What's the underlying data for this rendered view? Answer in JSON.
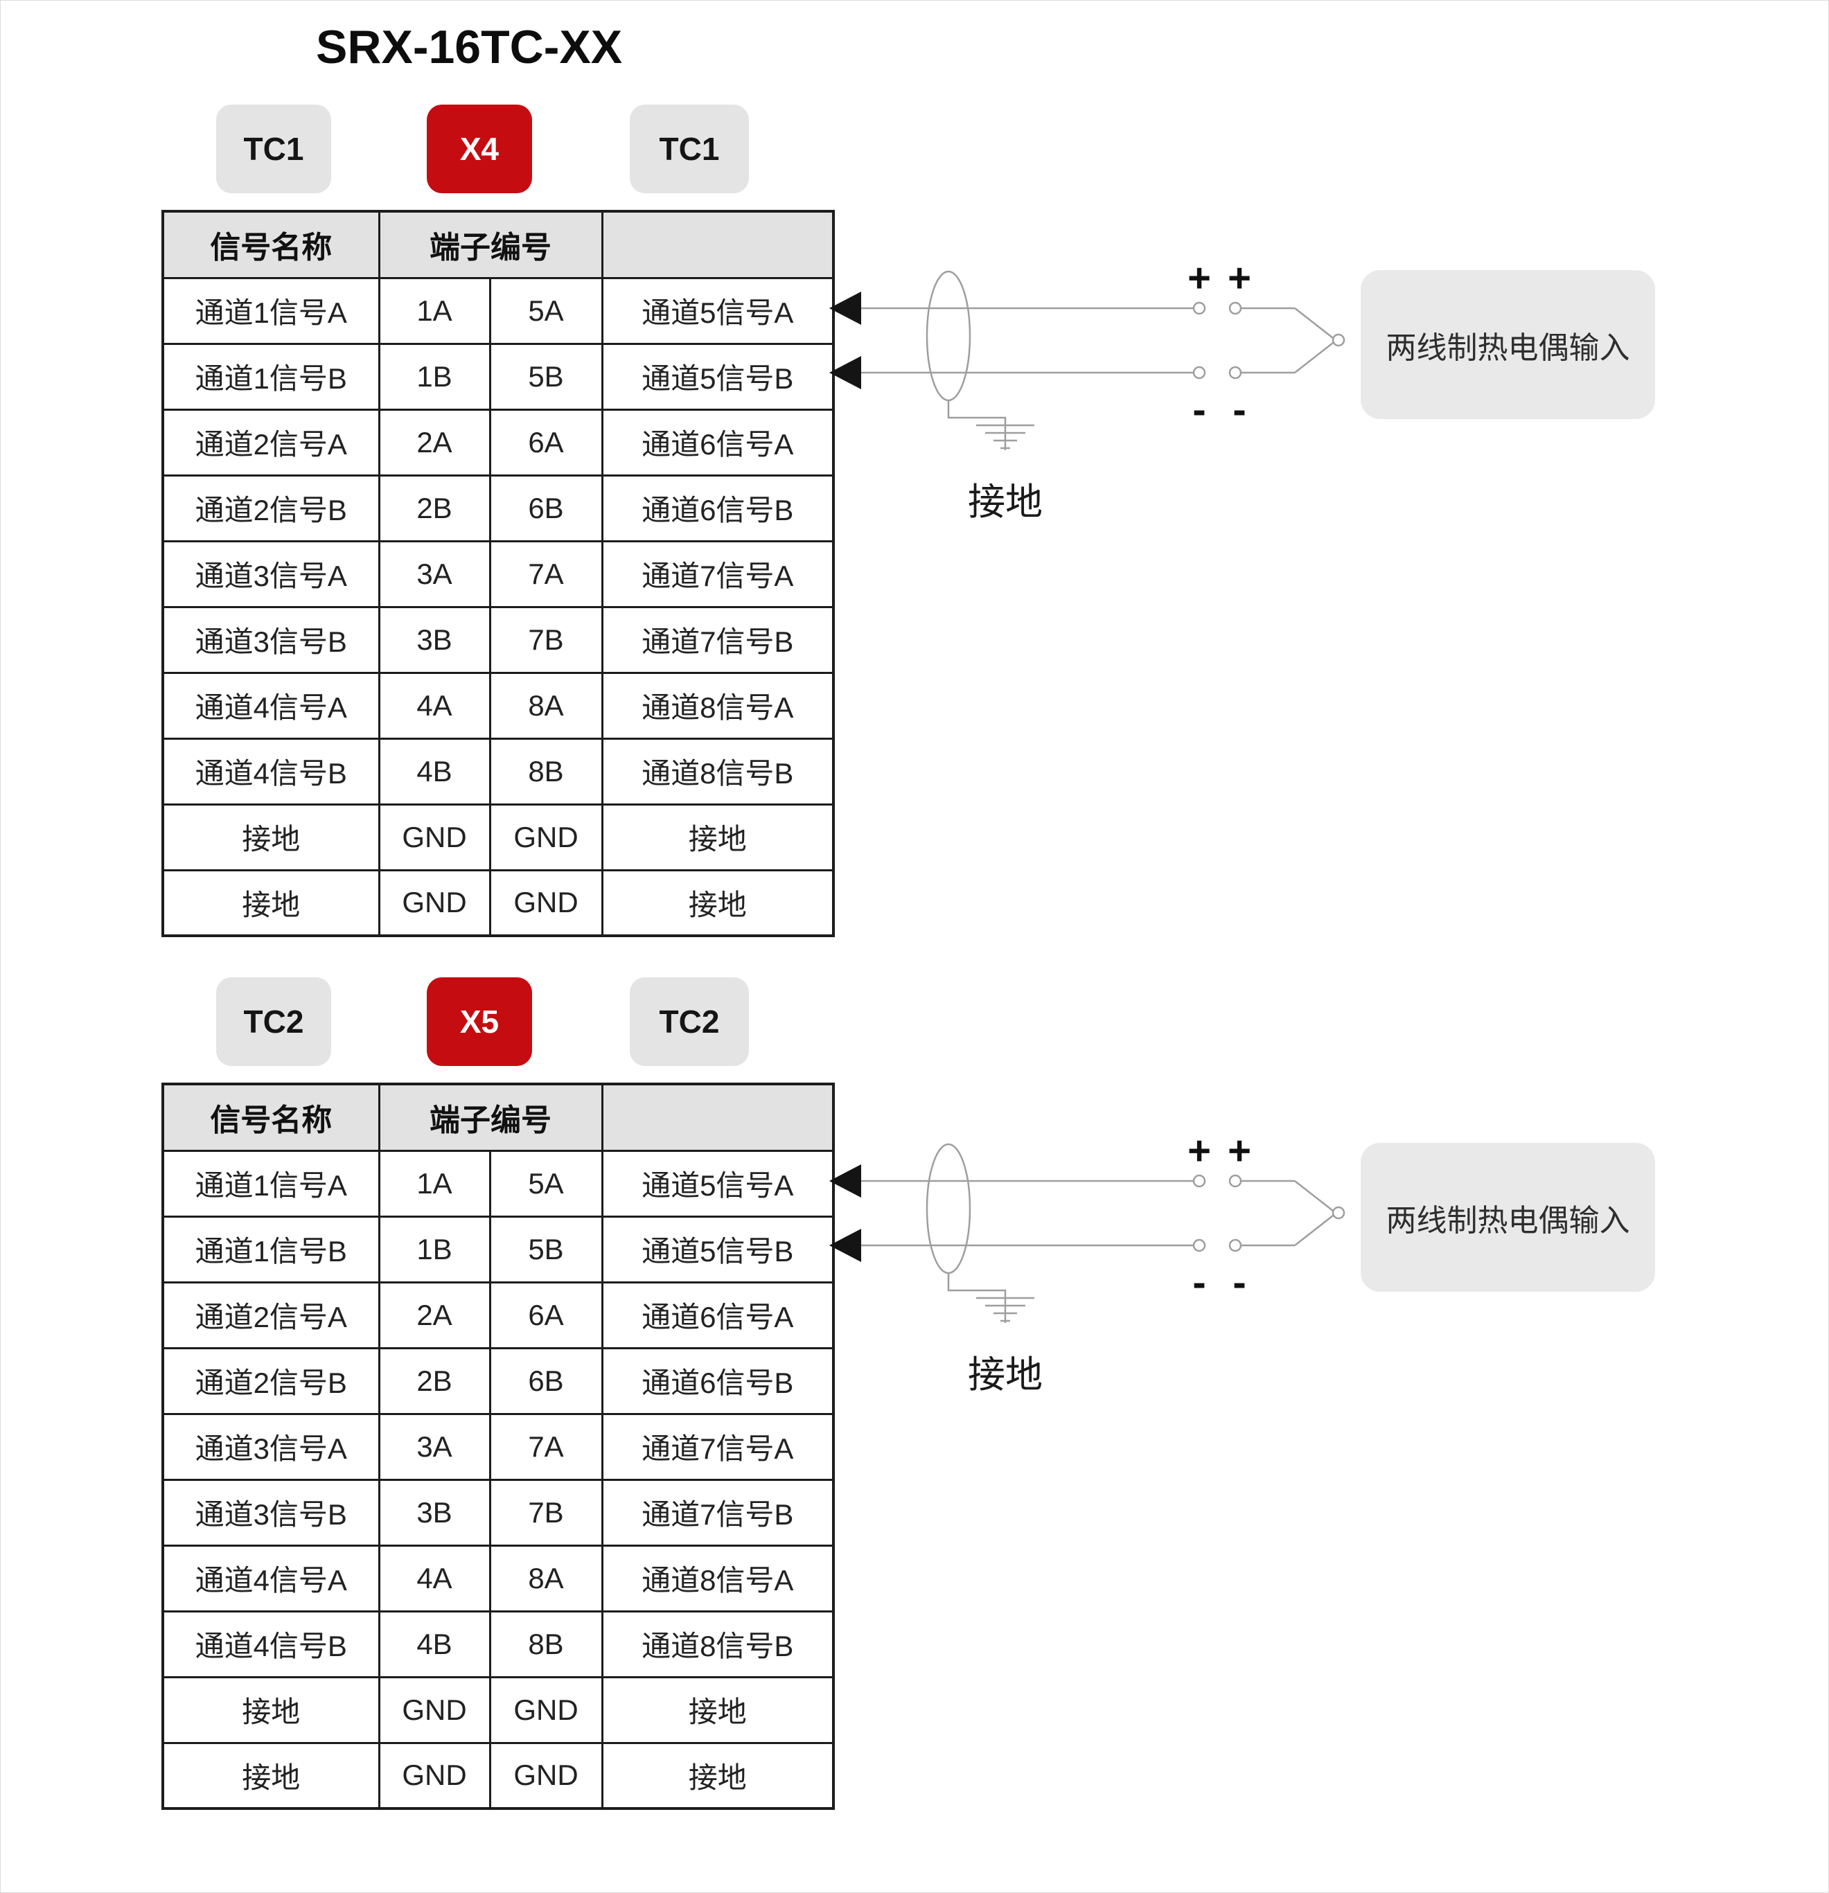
{
  "page": {
    "title": "SRX-16TC-XX"
  },
  "colors": {
    "accent_red": "#c50d11",
    "tab_gray": "#e4e4e4",
    "header_gray": "#e2e2e2",
    "label_box_gray": "#e9e9e9",
    "wire_gray": "#9e9e9e",
    "table_border": "#1c1c1c"
  },
  "sections": [
    {
      "tabs": [
        {
          "label": "TC1"
        },
        {
          "label": "X4"
        },
        {
          "label": "TC1"
        }
      ],
      "table": {
        "headers": [
          "信号名称",
          "端子编号",
          ""
        ],
        "rows": [
          [
            "通道1信号A",
            "1A",
            "5A",
            "通道5信号A"
          ],
          [
            "通道1信号B",
            "1B",
            "5B",
            "通道5信号B"
          ],
          [
            "通道2信号A",
            "2A",
            "6A",
            "通道6信号A"
          ],
          [
            "通道2信号B",
            "2B",
            "6B",
            "通道6信号B"
          ],
          [
            "通道3信号A",
            "3A",
            "7A",
            "通道7信号A"
          ],
          [
            "通道3信号B",
            "3B",
            "7B",
            "通道7信号B"
          ],
          [
            "通道4信号A",
            "4A",
            "8A",
            "通道8信号A"
          ],
          [
            "通道4信号B",
            "4B",
            "8B",
            "通道8信号B"
          ],
          [
            "接地",
            "GND",
            "GND",
            "接地"
          ],
          [
            "接地",
            "GND",
            "GND",
            "接地"
          ]
        ]
      },
      "diagram": {
        "plus": "+",
        "minus": "-",
        "ground_label": "接地",
        "box_label": "两线制热电偶输入"
      }
    },
    {
      "tabs": [
        {
          "label": "TC2"
        },
        {
          "label": "X5"
        },
        {
          "label": "TC2"
        }
      ],
      "table": {
        "headers": [
          "信号名称",
          "端子编号",
          ""
        ],
        "rows": [
          [
            "通道1信号A",
            "1A",
            "5A",
            "通道5信号A"
          ],
          [
            "通道1信号B",
            "1B",
            "5B",
            "通道5信号B"
          ],
          [
            "通道2信号A",
            "2A",
            "6A",
            "通道6信号A"
          ],
          [
            "通道2信号B",
            "2B",
            "6B",
            "通道6信号B"
          ],
          [
            "通道3信号A",
            "3A",
            "7A",
            "通道7信号A"
          ],
          [
            "通道3信号B",
            "3B",
            "7B",
            "通道7信号B"
          ],
          [
            "通道4信号A",
            "4A",
            "8A",
            "通道8信号A"
          ],
          [
            "通道4信号B",
            "4B",
            "8B",
            "通道8信号B"
          ],
          [
            "接地",
            "GND",
            "GND",
            "接地"
          ],
          [
            "接地",
            "GND",
            "GND",
            "接地"
          ]
        ]
      },
      "diagram": {
        "plus": "+",
        "minus": "-",
        "ground_label": "接地",
        "box_label": "两线制热电偶输入"
      }
    }
  ]
}
